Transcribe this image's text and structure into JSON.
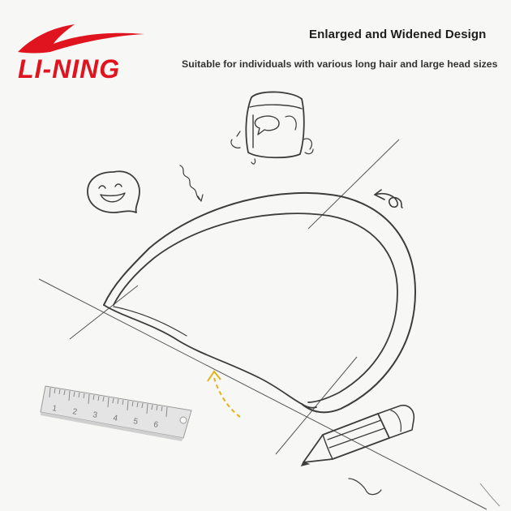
{
  "brand": {
    "wordmark": "LI-NING",
    "color": "#e0141e"
  },
  "headline": "Enlarged and Widened Design",
  "subline": "Suitable for individuals with various long hair and large head sizes",
  "ruler": {
    "ticks": [
      "1",
      "2",
      "3",
      "4",
      "5",
      "6"
    ]
  },
  "colors": {
    "line_ink": "#3c3c3c",
    "accent_arrow": "#e3b31a",
    "background": "#f7f7f5"
  },
  "icons": [
    "smiley-speech-bubble-icon",
    "shampoo-bottle-icon",
    "curved-arrow-icon",
    "pencil-icon",
    "ruler-icon",
    "squiggle-icon"
  ]
}
